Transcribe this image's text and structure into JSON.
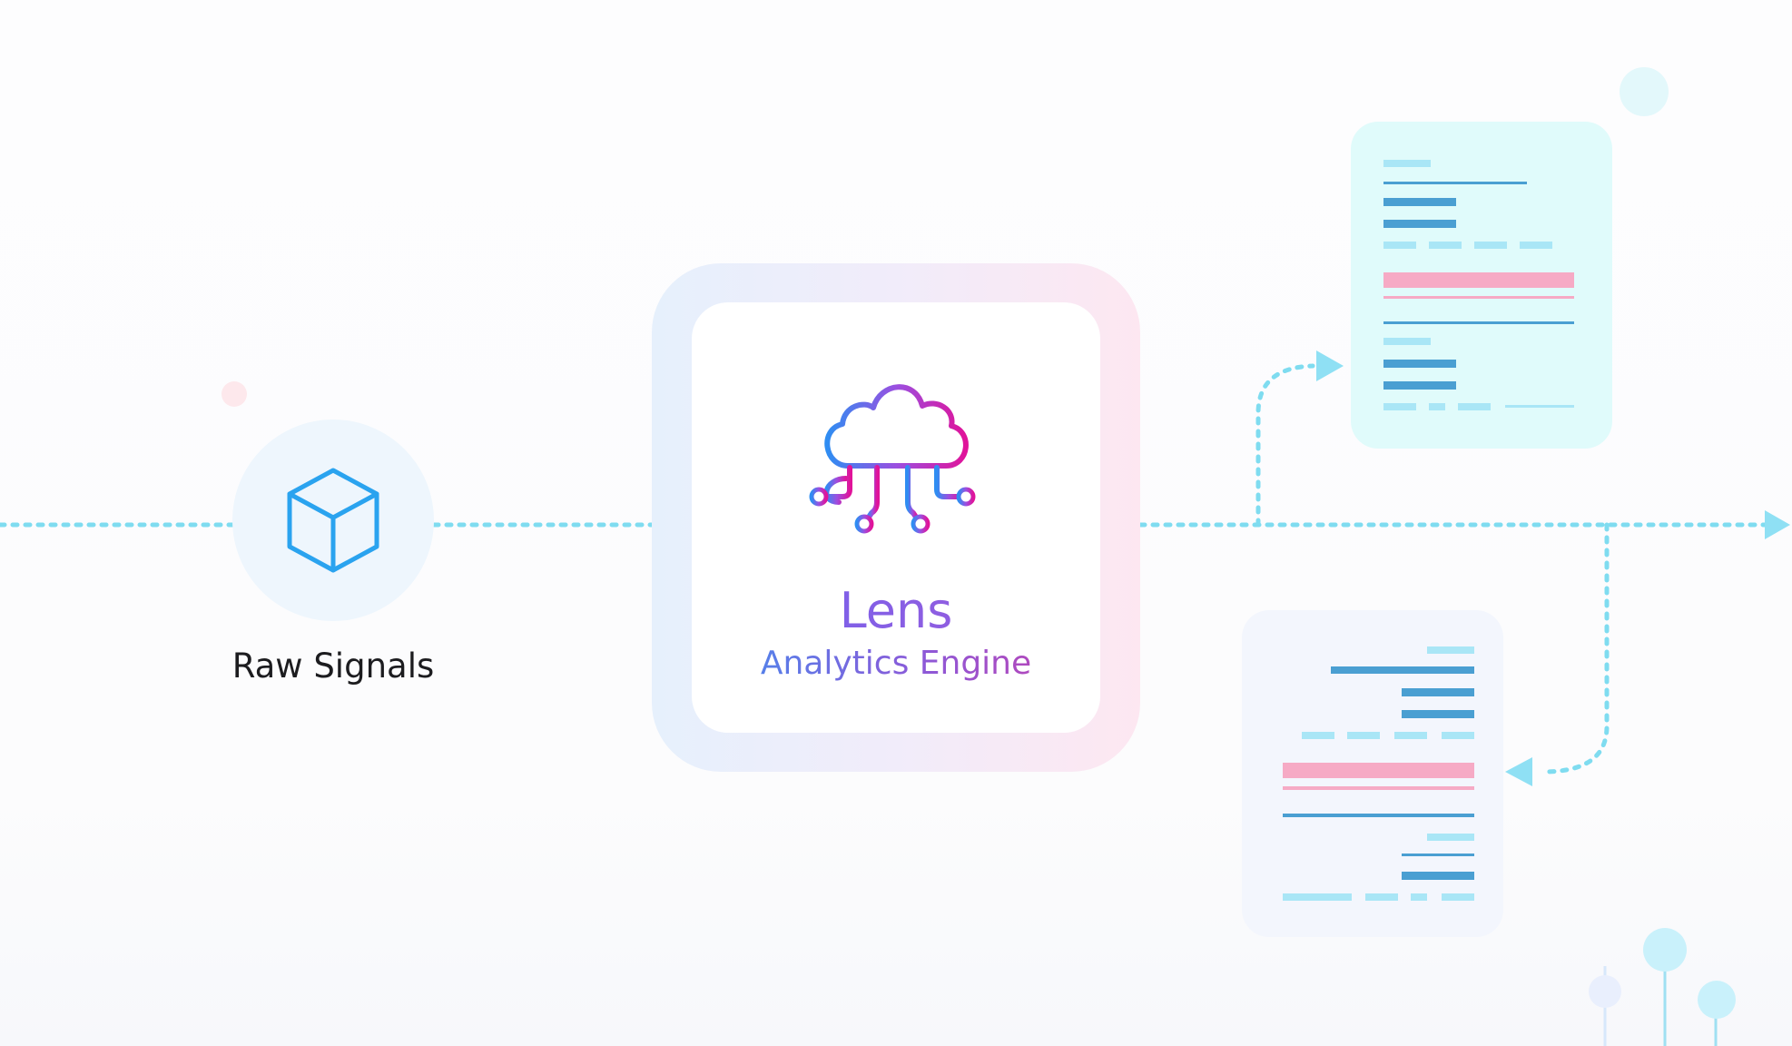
{
  "source_node": {
    "label": "Raw Signals",
    "icon": "cube-icon",
    "color": "#2aa3ef"
  },
  "engine": {
    "title": "Lens",
    "subtitle": "Analytics Engine",
    "icon": "cloud-network-icon",
    "gradient": [
      "#2f8df2",
      "#9b4fe0",
      "#e0139a"
    ]
  },
  "outputs": [
    {
      "name": "output-document-top",
      "icon": "document-icon"
    },
    {
      "name": "output-document-bottom",
      "icon": "document-icon"
    }
  ],
  "colors": {
    "connector": "#7fdcf0",
    "accent_pink": "#f6aac5",
    "bar_dark": "#4a9fd2",
    "bar_light": "#a9e6f6"
  }
}
